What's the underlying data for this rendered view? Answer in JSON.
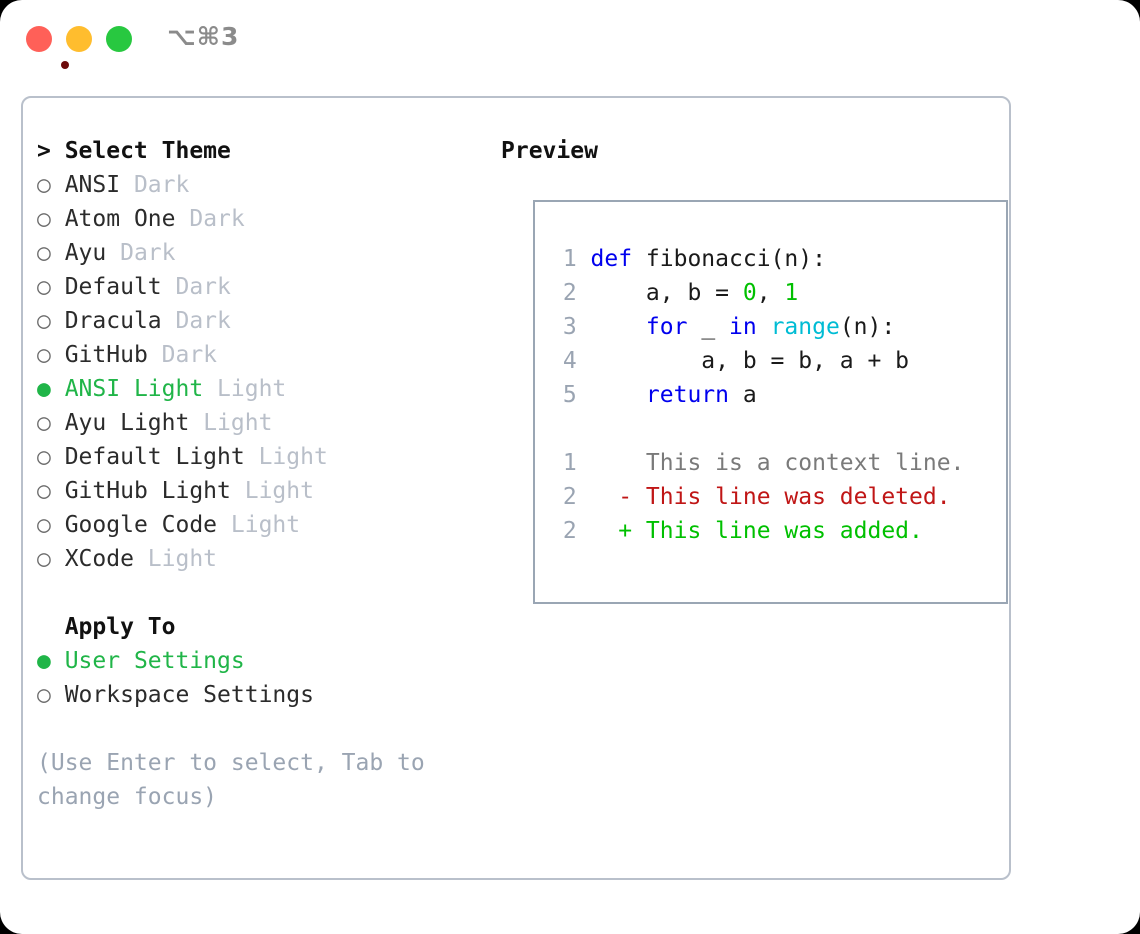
{
  "titlebar": {
    "shortcut": "⌥⌘3",
    "buttons": [
      {
        "name": "close",
        "color": "#ff6058"
      },
      {
        "name": "minimize",
        "color": "#ffbd2e"
      },
      {
        "name": "zoom",
        "color": "#28c840"
      }
    ]
  },
  "colors": {
    "accent_green": "#20b548",
    "muted_tag": "#b9bfc9",
    "help_text": "#9aa4b2",
    "panel_border": "#b9c0cb",
    "preview_border": "#9aa6b4",
    "keyword_blue": "#0000ee",
    "function_cyan": "#00bcd4",
    "number_green": "#00c000",
    "diff_delete_red": "#c01616",
    "diff_add_green": "#00c000",
    "line_number_gray": "#9aa4b2"
  },
  "theme_picker": {
    "heading_prefix": ">",
    "heading": "Select Theme",
    "bullet_on": "●",
    "bullet_off": "○",
    "items": [
      {
        "name": "ANSI",
        "tag": "Dark",
        "selected": false
      },
      {
        "name": "Atom One",
        "tag": "Dark",
        "selected": false
      },
      {
        "name": "Ayu",
        "tag": "Dark",
        "selected": false
      },
      {
        "name": "Default",
        "tag": "Dark",
        "selected": false
      },
      {
        "name": "Dracula",
        "tag": "Dark",
        "selected": false
      },
      {
        "name": "GitHub",
        "tag": "Dark",
        "selected": false
      },
      {
        "name": "ANSI Light",
        "tag": "Light",
        "selected": true
      },
      {
        "name": "Ayu Light",
        "tag": "Light",
        "selected": false
      },
      {
        "name": "Default Light",
        "tag": "Light",
        "selected": false
      },
      {
        "name": "GitHub Light",
        "tag": "Light",
        "selected": false
      },
      {
        "name": "Google Code",
        "tag": "Light",
        "selected": false
      },
      {
        "name": "XCode",
        "tag": "Light",
        "selected": false
      }
    ]
  },
  "apply_to": {
    "label": "Apply To",
    "options": [
      {
        "name": "User Settings",
        "selected": true
      },
      {
        "name": "Workspace Settings",
        "selected": false
      }
    ]
  },
  "help": {
    "text": "(Use Enter to select, Tab to change focus)"
  },
  "preview": {
    "heading": "Preview",
    "code_lines": [
      {
        "num": "1",
        "tokens": [
          {
            "t": "def ",
            "c": "kw"
          },
          {
            "t": "fibonacci(n):",
            "c": "txt"
          }
        ]
      },
      {
        "num": "2",
        "tokens": [
          {
            "t": "    a, b = ",
            "c": "txt"
          },
          {
            "t": "0",
            "c": "num"
          },
          {
            "t": ", ",
            "c": "txt"
          },
          {
            "t": "1",
            "c": "num"
          }
        ]
      },
      {
        "num": "3",
        "tokens": [
          {
            "t": "    ",
            "c": "txt"
          },
          {
            "t": "for",
            "c": "kw"
          },
          {
            "t": " _ ",
            "c": "txt"
          },
          {
            "t": "in",
            "c": "kw"
          },
          {
            "t": " ",
            "c": "txt"
          },
          {
            "t": "range",
            "c": "fn"
          },
          {
            "t": "(n):",
            "c": "txt"
          }
        ]
      },
      {
        "num": "4",
        "tokens": [
          {
            "t": "        a, b = b, a + b",
            "c": "txt"
          }
        ]
      },
      {
        "num": "5",
        "tokens": [
          {
            "t": "    ",
            "c": "txt"
          },
          {
            "t": "return",
            "c": "kw"
          },
          {
            "t": " a",
            "c": "txt"
          }
        ]
      }
    ],
    "diff_lines": [
      {
        "num": "1",
        "marker": " ",
        "text": "This is a context line.",
        "kind": "mute"
      },
      {
        "num": "2",
        "marker": "-",
        "text": "This line was deleted.",
        "kind": "del"
      },
      {
        "num": "2",
        "marker": "+",
        "text": "This line was added.",
        "kind": "add"
      }
    ]
  }
}
